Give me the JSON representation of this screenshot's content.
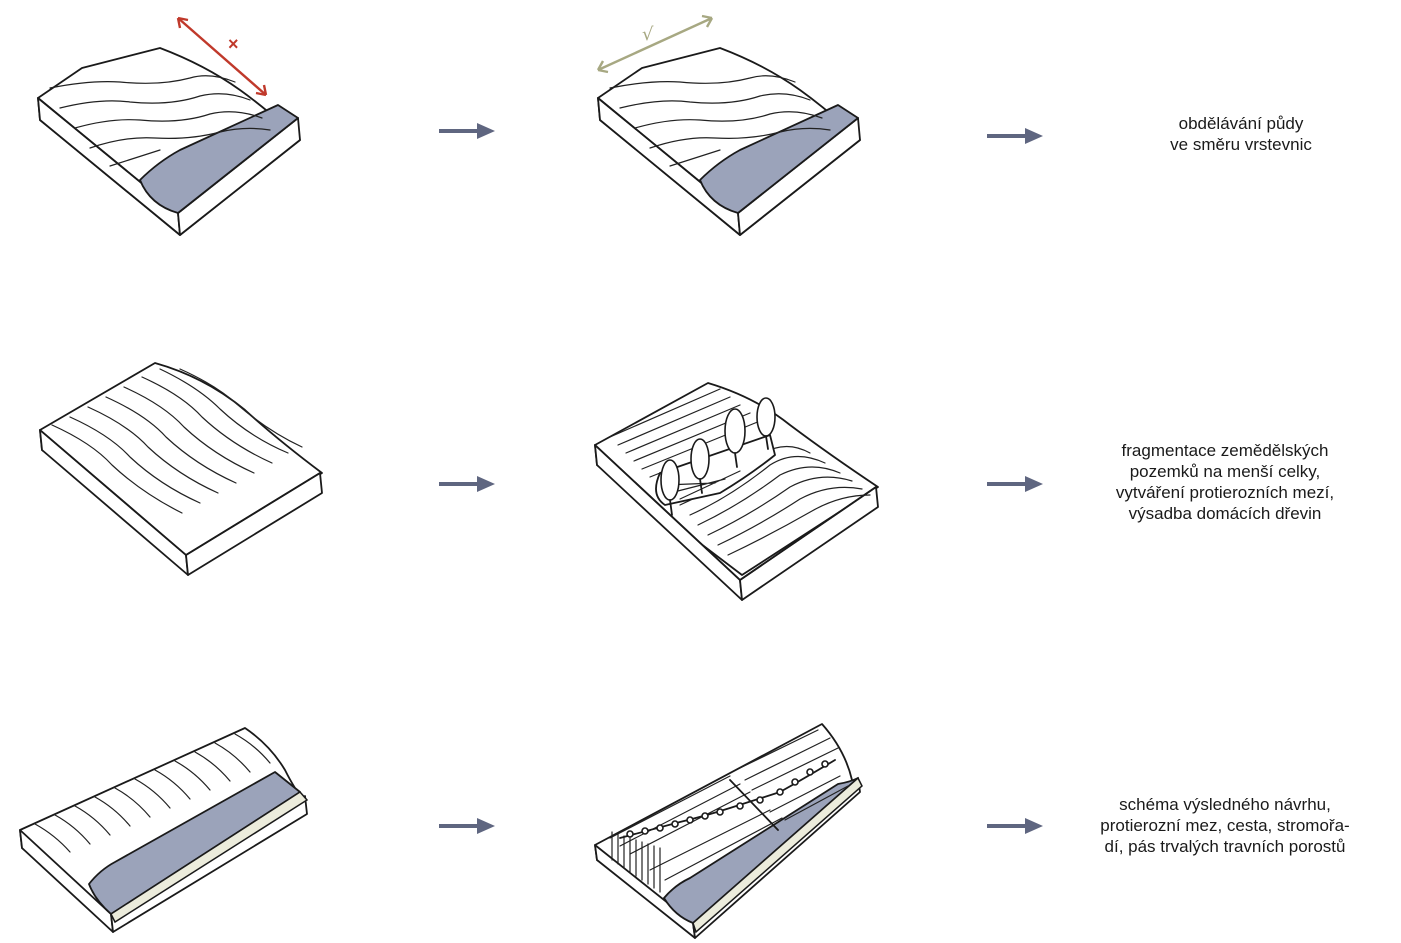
{
  "colors": {
    "water": "#9ba3ba",
    "arrow": "#5f6680",
    "wrong_direction": "#c0392b",
    "correct_direction": "#a7a882",
    "sand": "#ececdc"
  },
  "rows": [
    {
      "before_mark": "×",
      "after_mark": "√",
      "caption_lines": [
        "obdělávání půdy",
        "ve směru vrstevnic"
      ]
    },
    {
      "caption_lines": [
        "fragmentace zemědělských",
        "pozemků na menší celky,",
        "vytváření protierozních mezí,",
        "výsadba domácích dřevin"
      ]
    },
    {
      "caption_lines": [
        "schéma výsledného návrhu,",
        "protierozní mez, cesta, stromořa-",
        "dí, pás trvalých travních porostů"
      ]
    }
  ],
  "icons": {
    "arrow": "arrow-right-icon"
  }
}
